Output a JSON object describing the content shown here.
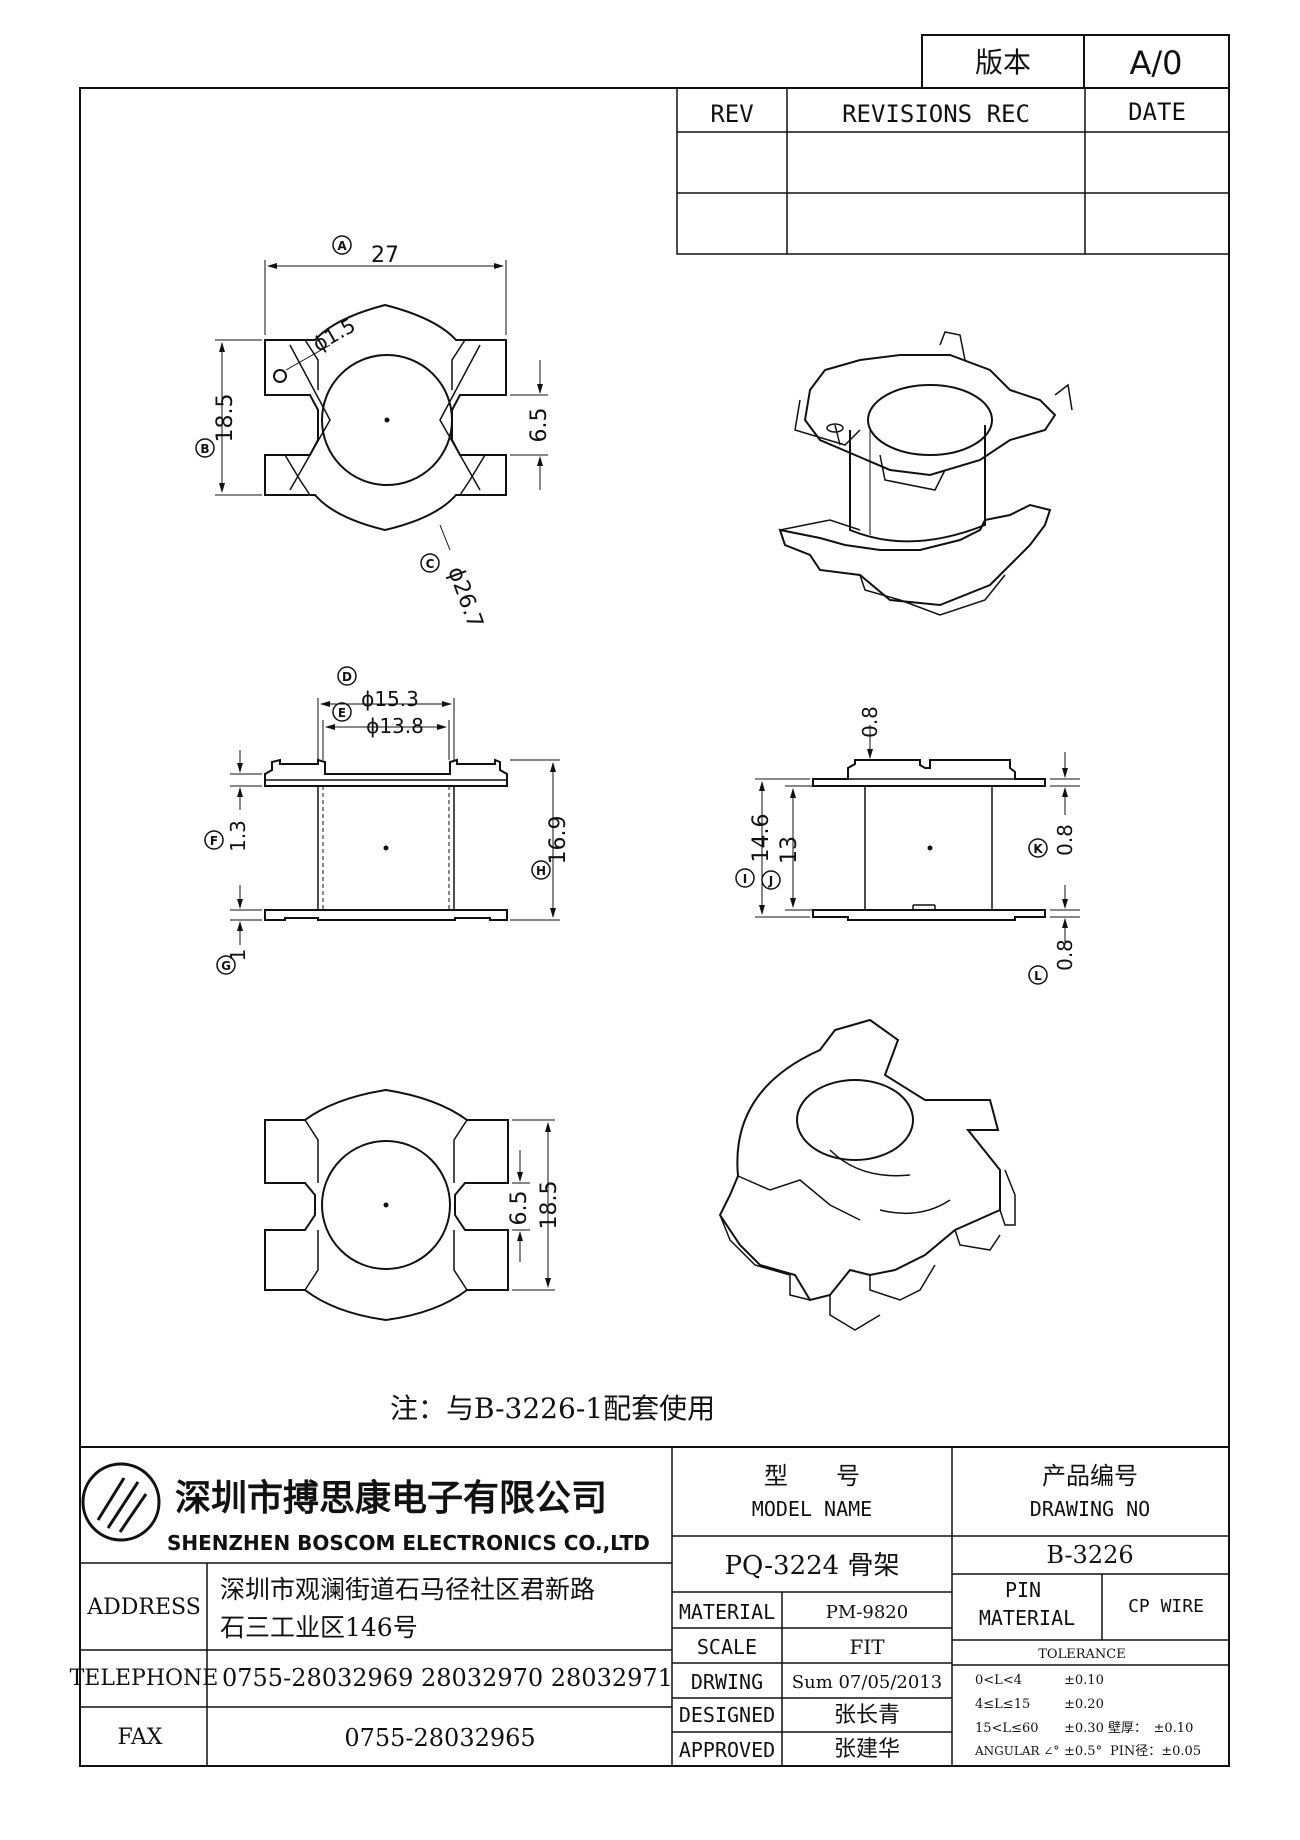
{
  "version_box": {
    "label": "版本",
    "value": "A/0"
  },
  "revision_table": {
    "headers": [
      "REV",
      "REVISIONS REC",
      "DATE"
    ],
    "rows": [
      [
        "",
        "",
        ""
      ],
      [
        "",
        "",
        ""
      ]
    ]
  },
  "dimensions": {
    "A": {
      "letter": "A",
      "value": "27"
    },
    "hole": {
      "value": "ϕ1.5"
    },
    "B": {
      "letter": "B",
      "value": "18.5"
    },
    "top_slot": {
      "value": "6.5"
    },
    "C": {
      "letter": "C",
      "value": "ϕ26.7"
    },
    "D": {
      "letter": "D",
      "value": "ϕ15.3"
    },
    "E": {
      "letter": "E",
      "value": "ϕ13.8"
    },
    "F": {
      "letter": "F",
      "value": "1.3"
    },
    "G": {
      "letter": "G",
      "value": "1"
    },
    "H": {
      "letter": "H",
      "value": "16.9"
    },
    "side_top": {
      "value": "0.8"
    },
    "I": {
      "letter": "I",
      "value": "14.6"
    },
    "J": {
      "letter": "J",
      "value": "13"
    },
    "K": {
      "letter": "K",
      "value": "0.8"
    },
    "L": {
      "letter": "L",
      "value": "0.8"
    },
    "bottom_slot": {
      "value": "6.5"
    },
    "bottom_height": {
      "value": "18.5"
    }
  },
  "note": "注：与B-3226-1配套使用",
  "title_block": {
    "company_cn": "深圳市搏思康电子有限公司",
    "company_en": "SHENZHEN BOSCOM ELECTRONICS CO.,LTD",
    "address_label": "ADDRESS",
    "address_line1": "深圳市观澜街道石马径社区君新路",
    "address_line2": "石三工业区146号",
    "telephone_label": "TELEPHONE",
    "telephone": "0755-28032969 28032970 28032971",
    "fax_label": "FAX",
    "fax": "0755-28032965",
    "model_cn": "型　　号",
    "model_en": "MODEL NAME",
    "model_value": "PQ-3224 骨架",
    "drawing_cn": "产品编号",
    "drawing_en": "DRAWING NO",
    "drawing_value": "B-3226",
    "material_label": "MATERIAL",
    "material_value": "PM-9820",
    "pin_label": "PIN",
    "pin_material_label": "MATERIAL",
    "pin_material_value": "CP WIRE",
    "scale_label": "SCALE",
    "scale_value": "FIT",
    "drwing_label": "DRWING",
    "drwing_value": "Sum 07/05/2013",
    "designed_label": "DESIGNED",
    "designed_value": "张长青",
    "approved_label": "APPROVED",
    "approved_value": "张建华",
    "tolerance_title": "TOLERANCE",
    "tol_rows": [
      {
        "range": "0<L<4",
        "value": "±0.10",
        "extra": ""
      },
      {
        "range": "4≤L≤15",
        "value": "±0.20",
        "extra": ""
      },
      {
        "range": "15<L≤60",
        "value": "±0.30",
        "extra": "壁厚：　±0.10"
      },
      {
        "range": "ANGULAR ∠°",
        "value": "±0.5°",
        "extra": "PIN径：±0.05"
      }
    ]
  }
}
